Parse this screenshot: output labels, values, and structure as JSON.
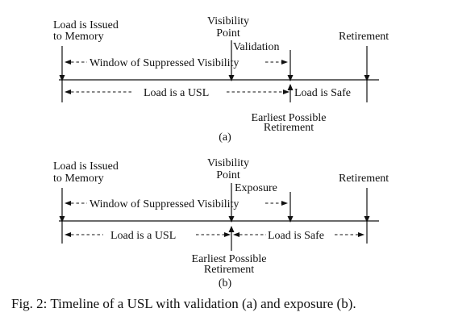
{
  "panel_a": {
    "load_issued": [
      "Load is Issued",
      "to Memory"
    ],
    "visibility_point": [
      "Visibility",
      "Point"
    ],
    "event": "Validation",
    "retirement": "Retirement",
    "window": "Window of Suppressed Visibility",
    "usl": "Load is a USL",
    "safe": "Load is Safe",
    "earliest": [
      "Earliest Possible",
      "Retirement"
    ],
    "sub": "(a)"
  },
  "panel_b": {
    "load_issued": [
      "Load is Issued",
      "to Memory"
    ],
    "visibility_point": [
      "Visibility",
      "Point"
    ],
    "event": "Exposure",
    "retirement": "Retirement",
    "window": "Window of Suppressed Visibility",
    "usl": "Load is a USL",
    "safe": "Load is Safe",
    "earliest": [
      "Earliest Possible",
      "Retirement"
    ],
    "sub": "(b)"
  },
  "caption": "Fig. 2: Timeline of a USL with validation (a) and exposure (b)."
}
